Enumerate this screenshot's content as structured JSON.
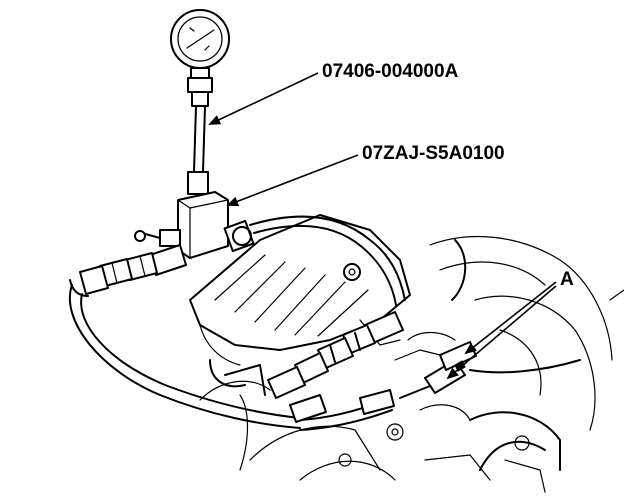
{
  "labels": {
    "gauge_part_number": "07406-004000A",
    "adapter_part_number": "07ZAJ-S5A0100",
    "connector_callout": "A"
  }
}
